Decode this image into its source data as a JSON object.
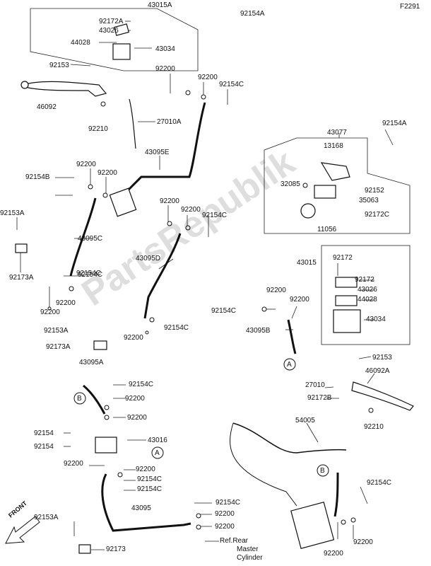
{
  "figure_code": "F2291",
  "watermark": "PartsRepublik",
  "front_label": "FRONT",
  "ref_lines": [
    "Ref.Rear",
    "Master",
    "Cylinder"
  ],
  "callouts": {
    "a": "A",
    "b": "B"
  },
  "labels": [
    "43015A",
    "92172A",
    "43026",
    "44028",
    "43034",
    "92154A",
    "92153",
    "92200",
    "92200",
    "92154C",
    "46092",
    "92210",
    "27010A",
    "43095E",
    "92200",
    "92154C",
    "92154B",
    "92200",
    "92200",
    "92153A",
    "92200",
    "92154C",
    "43095C",
    "92173A",
    "92154C",
    "92200",
    "92200",
    "43095D",
    "92154C",
    "92200",
    "92153A",
    "92173A",
    "43077",
    "92154A",
    "13168",
    "32085",
    "92152",
    "35063",
    "92172C",
    "11056",
    "43015",
    "92172",
    "92172",
    "43026",
    "44028",
    "43034",
    "92200",
    "92200",
    "92154C",
    "43095B",
    "92153",
    "46092A",
    "27010",
    "92172B",
    "92210",
    "43095A",
    "92154C",
    "92200",
    "92200",
    "92154",
    "92154",
    "43016",
    "92200",
    "92200",
    "92154C",
    "92154C",
    "54005",
    "92154C",
    "92153A",
    "43095",
    "92154C",
    "92200",
    "92200",
    "92173",
    "92200",
    "92200"
  ]
}
